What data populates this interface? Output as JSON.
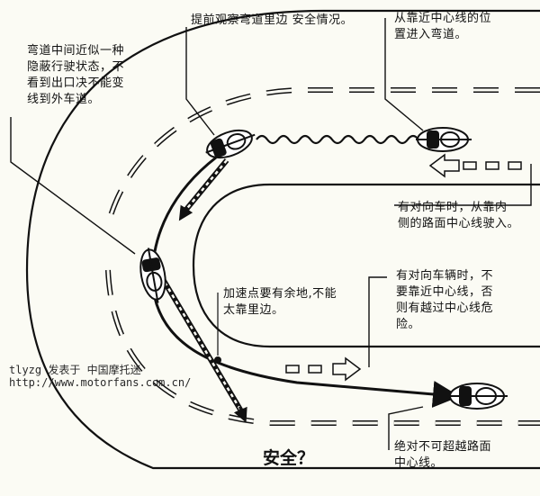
{
  "notes": {
    "curve_middle": "弯道中间近似一种\n隐蔽行驶状态，不\n看到出口决不能变\n线到外车道。",
    "observe_inside": "提前观察弯道里边 安全情况。",
    "enter_near_center": "从靠近中心线的位\n置进入弯道。",
    "oncoming_inside": "有对向车时，从靠内\n侧的路面中心线驶入。",
    "accel_point": "加速点要有余地,不能\n太靠里边。",
    "oncoming_avoid": "有对向车辆时，不\n要靠近中心线，否\n则有越过中心线危\n险。",
    "no_cross": "绝对不可超越路面\n中心线。",
    "safe_question": "安全？"
  },
  "watermark": {
    "line1": "tlyzg 发表于 中国摩托迷",
    "line2": "http://www.motorfans.com.cn/"
  },
  "colors": {
    "ink": "#111111",
    "paper": "#fbfbf4"
  }
}
